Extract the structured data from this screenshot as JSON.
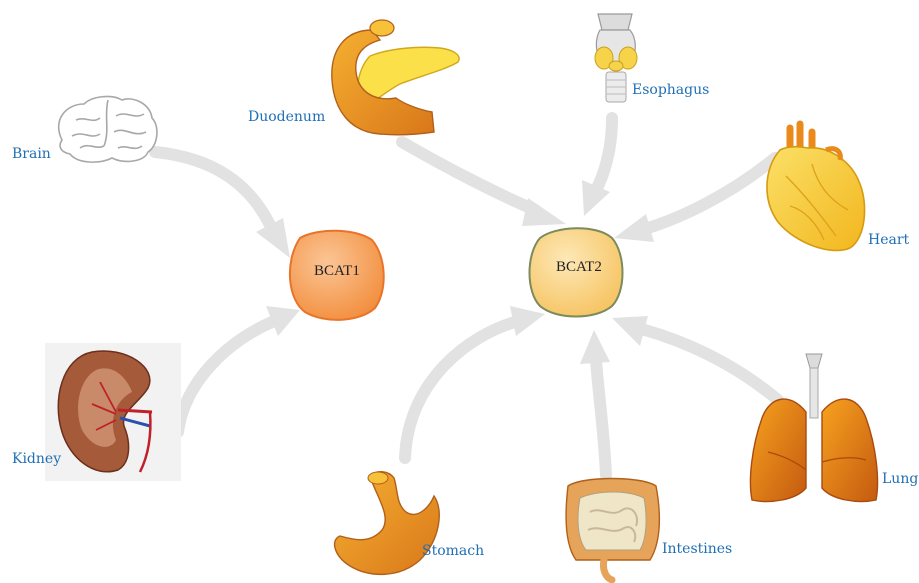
{
  "enzymes": [
    {
      "id": "bcat1",
      "label": "BCAT1"
    },
    {
      "id": "bcat2",
      "label": "BCAT2"
    }
  ],
  "tissues": [
    {
      "id": "brain",
      "label": "Brain",
      "target": "BCAT1"
    },
    {
      "id": "kidney",
      "label": "Kidney",
      "target": "BCAT1"
    },
    {
      "id": "duodenum",
      "label": "Duodenum",
      "target": "BCAT2"
    },
    {
      "id": "esophagus",
      "label": "Esophagus",
      "target": "BCAT2"
    },
    {
      "id": "heart",
      "label": "Heart",
      "target": "BCAT2"
    },
    {
      "id": "stomach",
      "label": "Stomach",
      "target": "BCAT2"
    },
    {
      "id": "intestines",
      "label": "Intestines",
      "target": "BCAT2"
    },
    {
      "id": "lung",
      "label": "Lung",
      "target": "BCAT2"
    }
  ],
  "colors": {
    "label_blue": "#1f6fb5",
    "arrow_gray": "#e2e2e2",
    "bcat1_fill": "#f6a25c",
    "bcat1_stroke": "#e8742a",
    "bcat2_fill": "#fbd98a",
    "bcat2_stroke": "#7c8a5c"
  }
}
